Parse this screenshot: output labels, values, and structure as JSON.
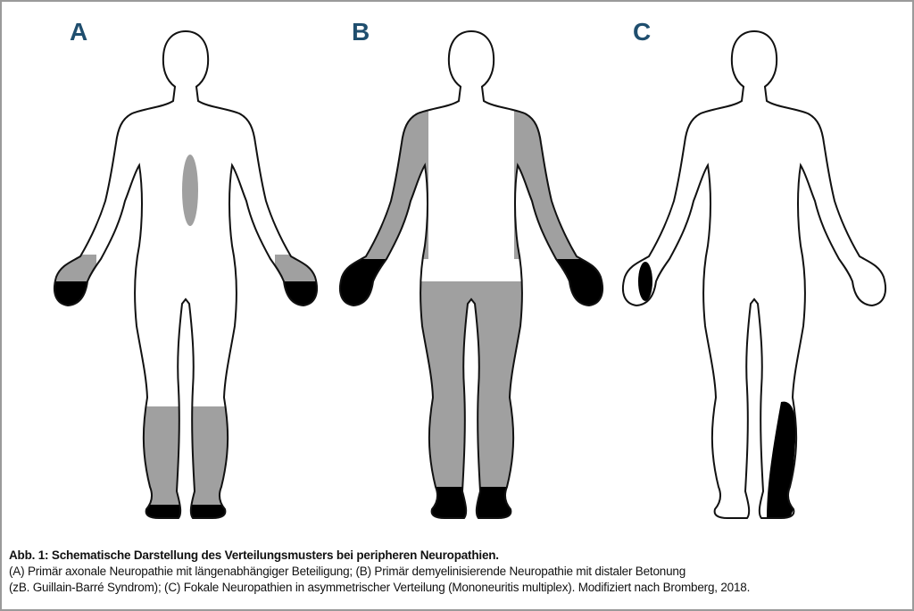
{
  "panels": [
    {
      "label": "A"
    },
    {
      "label": "B"
    },
    {
      "label": "C"
    }
  ],
  "colors": {
    "label": "#1f4e6e",
    "grey_fill": "#a0a0a0",
    "black_fill": "#000000"
  },
  "caption": {
    "title": "Abb. 1: Schematische Darstellung des Verteilungsmusters bei peripheren Neuropathien.",
    "line1": "(A) Primär axonale Neuropathie mit längenabhängiger Beteiligung; (B) Primär demyelinisierende Neuropathie mit distaler Betonung",
    "line2": "(zB. Guillain-Barré Syndrom); (C) Fokale Neuropathien in asymmetrischer Verteilung (Mononeuritis multiplex). Modifiziert nach Bromberg, 2018."
  }
}
